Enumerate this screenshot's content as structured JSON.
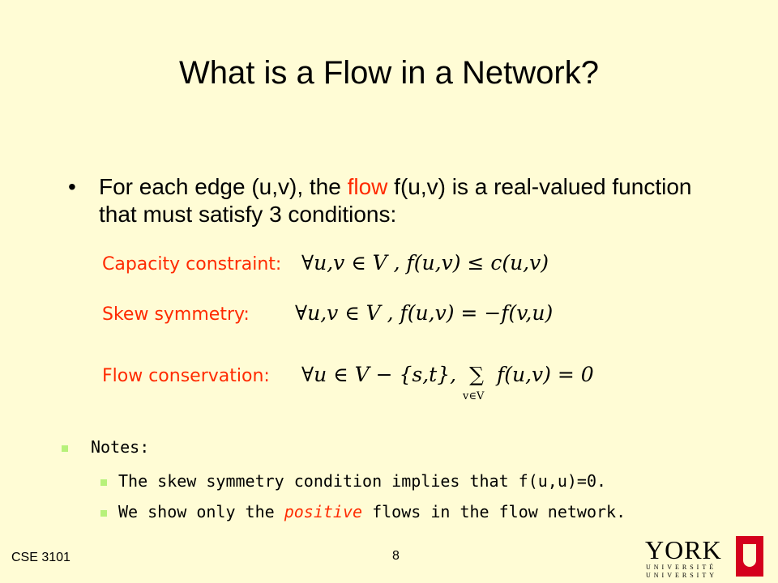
{
  "title": "What is a Flow in a Network?",
  "bullet": {
    "dot": "•",
    "text_before": "For each edge (u,v), the ",
    "highlight": "flow",
    "text_after": " f(u,v) is a real-valued function that must satisfy 3 conditions:"
  },
  "conditions": [
    {
      "label": "Capacity constraint:",
      "formula": "∀u,v ∈ V ,  f(u,v) ≤ c(u,v)"
    },
    {
      "label": "Skew symmetry:",
      "formula": "∀u,v ∈ V ,  f(u,v) = −f(v,u)"
    },
    {
      "label": "Flow conservation:",
      "formula_pre": "∀u ∈ V − {s,t}, ",
      "sum_symbol": "∑",
      "sum_sub": "v∈V",
      "formula_post": " f(u,v) = 0"
    }
  ],
  "notes": {
    "heading": "Notes:",
    "items": [
      {
        "text": "The skew symmetry condition implies that f(u,u)=0."
      },
      {
        "before": "We show only the ",
        "emph": "positive",
        "after": " flows in the flow network."
      }
    ]
  },
  "footer": {
    "course": "CSE 3101",
    "page": "8"
  },
  "logo": {
    "name": "YORK",
    "line1": "UNIVERSITÉ",
    "line2": "UNIVERSITY"
  },
  "colors": {
    "background": "#fffcd5",
    "accent_red": "#ff2a00",
    "bullet_green": "#b7f17a",
    "logo_red": "#d4001c"
  }
}
